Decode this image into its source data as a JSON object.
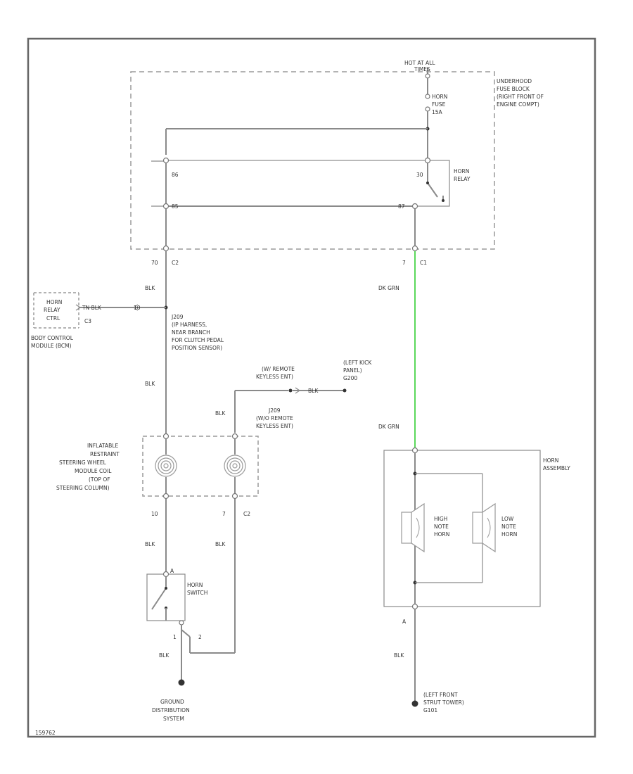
{
  "labels": {
    "hot_at_all_times": [
      "HOT AT ALL",
      "TIMES"
    ],
    "underhood_fuse_block": [
      "UNDERHOOD",
      "FUSE BLOCK",
      "(RIGHT FRONT OF",
      "ENGINE COMPT)"
    ],
    "horn_fuse": [
      "HORN",
      "FUSE",
      "15A"
    ],
    "relay_pin_86": "86",
    "relay_pin_30": "30",
    "relay_pin_85": "85",
    "relay_pin_87": "87",
    "horn_relay": [
      "HORN",
      "RELAY"
    ],
    "conn_c2_pin": "70",
    "conn_c2": "C2",
    "conn_c1_pin": "7",
    "conn_c1": "C1",
    "wire_blk_1": "BLK",
    "wire_dk_grn_1": "DK GRN",
    "horn_relay_ctrl": [
      "HORN",
      "RELAY",
      "CTRL"
    ],
    "bcm_wire": "TN BLK",
    "bcm_pin": "10",
    "bcm_conn": "C3",
    "body_control_module": [
      "BODY CONTROL",
      "MODULE (BCM)"
    ],
    "j209": [
      "J209",
      "(IP HARNESS,",
      "NEAR BRANCH",
      "FOR CLUTCH PEDAL",
      "POSITION SENSOR)"
    ],
    "wire_blk_2": "BLK",
    "w_remote_keyless": [
      "(W/ REMOTE",
      "KEYLESS ENT)"
    ],
    "blk_ring": "BLK",
    "left_kick_panel": [
      "(LEFT KICK",
      "PANEL)",
      "G200"
    ],
    "wire_blk_3": "BLK",
    "j209_wo": [
      "J209",
      "(W/O REMOTE",
      "KEYLESS ENT)"
    ],
    "wire_dk_grn_2": "DK GRN",
    "inflatable_restraint": [
      "INFLATABLE",
      "RESTRAINT",
      "STEERING WHEEL",
      "MODULE COIL",
      "(TOP OF",
      "STEERING COLUMN)"
    ],
    "horn_assembly": [
      "HORN",
      "ASSEMBLY"
    ],
    "high_note_horn": [
      "HIGH",
      "NOTE",
      "HORN"
    ],
    "low_note_horn": [
      "LOW",
      "NOTE",
      "HORN"
    ],
    "coil_pin_left": "10",
    "coil_pin_right": "7",
    "coil_conn": "C2",
    "wire_blk_4": "BLK",
    "wire_blk_5": "BLK",
    "horn_switch": [
      "HORN",
      "SWITCH"
    ],
    "switch_pin_a": "A",
    "switch_pin_1": "1",
    "switch_pin_2": "2",
    "horn_pin_a": "A",
    "wire_blk_6": "BLK",
    "wire_blk_7": "BLK",
    "ground_distribution": [
      "GROUND",
      "DISTRIBUTION",
      "SYSTEM"
    ],
    "left_front_strut": [
      "(LEFT FRONT",
      "STRUT TOWER)",
      "G101"
    ],
    "figure_id": "159762"
  }
}
